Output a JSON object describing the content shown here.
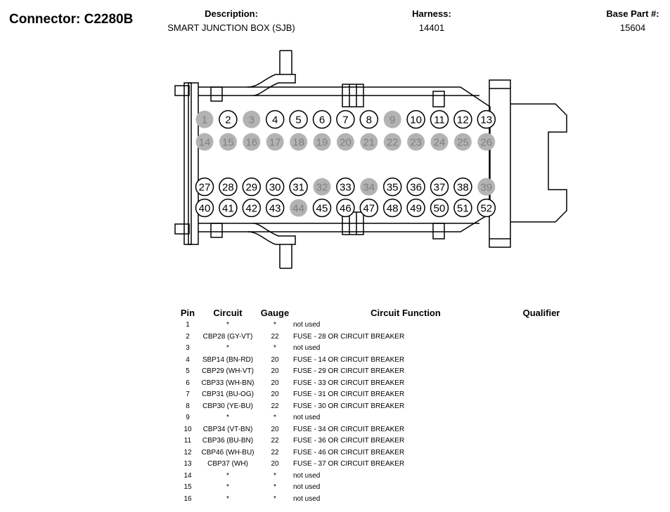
{
  "connector": {
    "title": "Connector: C2280B"
  },
  "header": {
    "description_label": "Description:",
    "description_value": "SMART JUNCTION BOX (SJB)",
    "harness_label": "Harness:",
    "harness_value": "14401",
    "base_part_label": "Base Part #:",
    "base_part_value": "15604"
  },
  "colors": {
    "unused_pin_fill": "#b3b3b3",
    "used_pin_fill": "#ffffff",
    "unused_pin_text": "#7f7f7f",
    "line": "#000000"
  },
  "pin_rows": [
    {
      "pins": [
        "1",
        "2",
        "3",
        "4",
        "5",
        "6",
        "7",
        "8",
        "9",
        "10",
        "11",
        "12",
        "13"
      ],
      "unused": [
        "1",
        "3",
        "9"
      ]
    },
    {
      "pins": [
        "14",
        "15",
        "16",
        "17",
        "18",
        "19",
        "20",
        "21",
        "22",
        "23",
        "24",
        "25",
        "26"
      ],
      "unused": [
        "14",
        "15",
        "16",
        "17",
        "18",
        "19",
        "20",
        "21",
        "22",
        "23",
        "24",
        "25",
        "26"
      ]
    },
    {
      "pins": [
        "27",
        "28",
        "29",
        "30",
        "31",
        "32",
        "33",
        "34",
        "35",
        "36",
        "37",
        "38",
        "39"
      ],
      "unused": [
        "32",
        "34",
        "39"
      ]
    },
    {
      "pins": [
        "40",
        "41",
        "42",
        "43",
        "44",
        "45",
        "46",
        "47",
        "48",
        "49",
        "50",
        "51",
        "52"
      ],
      "unused": [
        "44"
      ]
    }
  ],
  "table": {
    "headers": {
      "pin": "Pin",
      "circuit": "Circuit",
      "gauge": "Gauge",
      "function": "Circuit Function",
      "qualifier": "Qualifier"
    },
    "rows": [
      {
        "pin": "1",
        "circuit": "*",
        "gauge": "*",
        "function": "not used"
      },
      {
        "pin": "2",
        "circuit": "CBP28 (GY-VT)",
        "gauge": "22",
        "function": "FUSE - 28 OR CIRCUIT BREAKER"
      },
      {
        "pin": "3",
        "circuit": "*",
        "gauge": "*",
        "function": "not used"
      },
      {
        "pin": "4",
        "circuit": "SBP14 (BN-RD)",
        "gauge": "20",
        "function": "FUSE - 14 OR CIRCUIT BREAKER"
      },
      {
        "pin": "5",
        "circuit": "CBP29 (WH-VT)",
        "gauge": "20",
        "function": "FUSE - 29 OR CIRCUIT BREAKER"
      },
      {
        "pin": "6",
        "circuit": "CBP33 (WH-BN)",
        "gauge": "20",
        "function": "FUSE - 33 OR CIRCUIT BREAKER"
      },
      {
        "pin": "7",
        "circuit": "CBP31 (BU-OG)",
        "gauge": "20",
        "function": "FUSE - 31 OR CIRCUIT BREAKER"
      },
      {
        "pin": "8",
        "circuit": "CBP30 (YE-BU)",
        "gauge": "22",
        "function": "FUSE - 30 OR CIRCUIT BREAKER"
      },
      {
        "pin": "9",
        "circuit": "*",
        "gauge": "*",
        "function": "not used"
      },
      {
        "pin": "10",
        "circuit": "CBP34 (VT-BN)",
        "gauge": "20",
        "function": "FUSE - 34 OR CIRCUIT BREAKER"
      },
      {
        "pin": "11",
        "circuit": "CBP36 (BU-BN)",
        "gauge": "22",
        "function": "FUSE - 36 OR CIRCUIT BREAKER"
      },
      {
        "pin": "12",
        "circuit": "CBP46 (WH-BU)",
        "gauge": "22",
        "function": "FUSE - 46 OR CIRCUIT BREAKER"
      },
      {
        "pin": "13",
        "circuit": "CBP37 (WH)",
        "gauge": "20",
        "function": "FUSE - 37 OR CIRCUIT BREAKER"
      },
      {
        "pin": "14",
        "circuit": "*",
        "gauge": "*",
        "function": "not used"
      },
      {
        "pin": "15",
        "circuit": "*",
        "gauge": "*",
        "function": "not used"
      },
      {
        "pin": "16",
        "circuit": "*",
        "gauge": "*",
        "function": "not used"
      }
    ]
  }
}
